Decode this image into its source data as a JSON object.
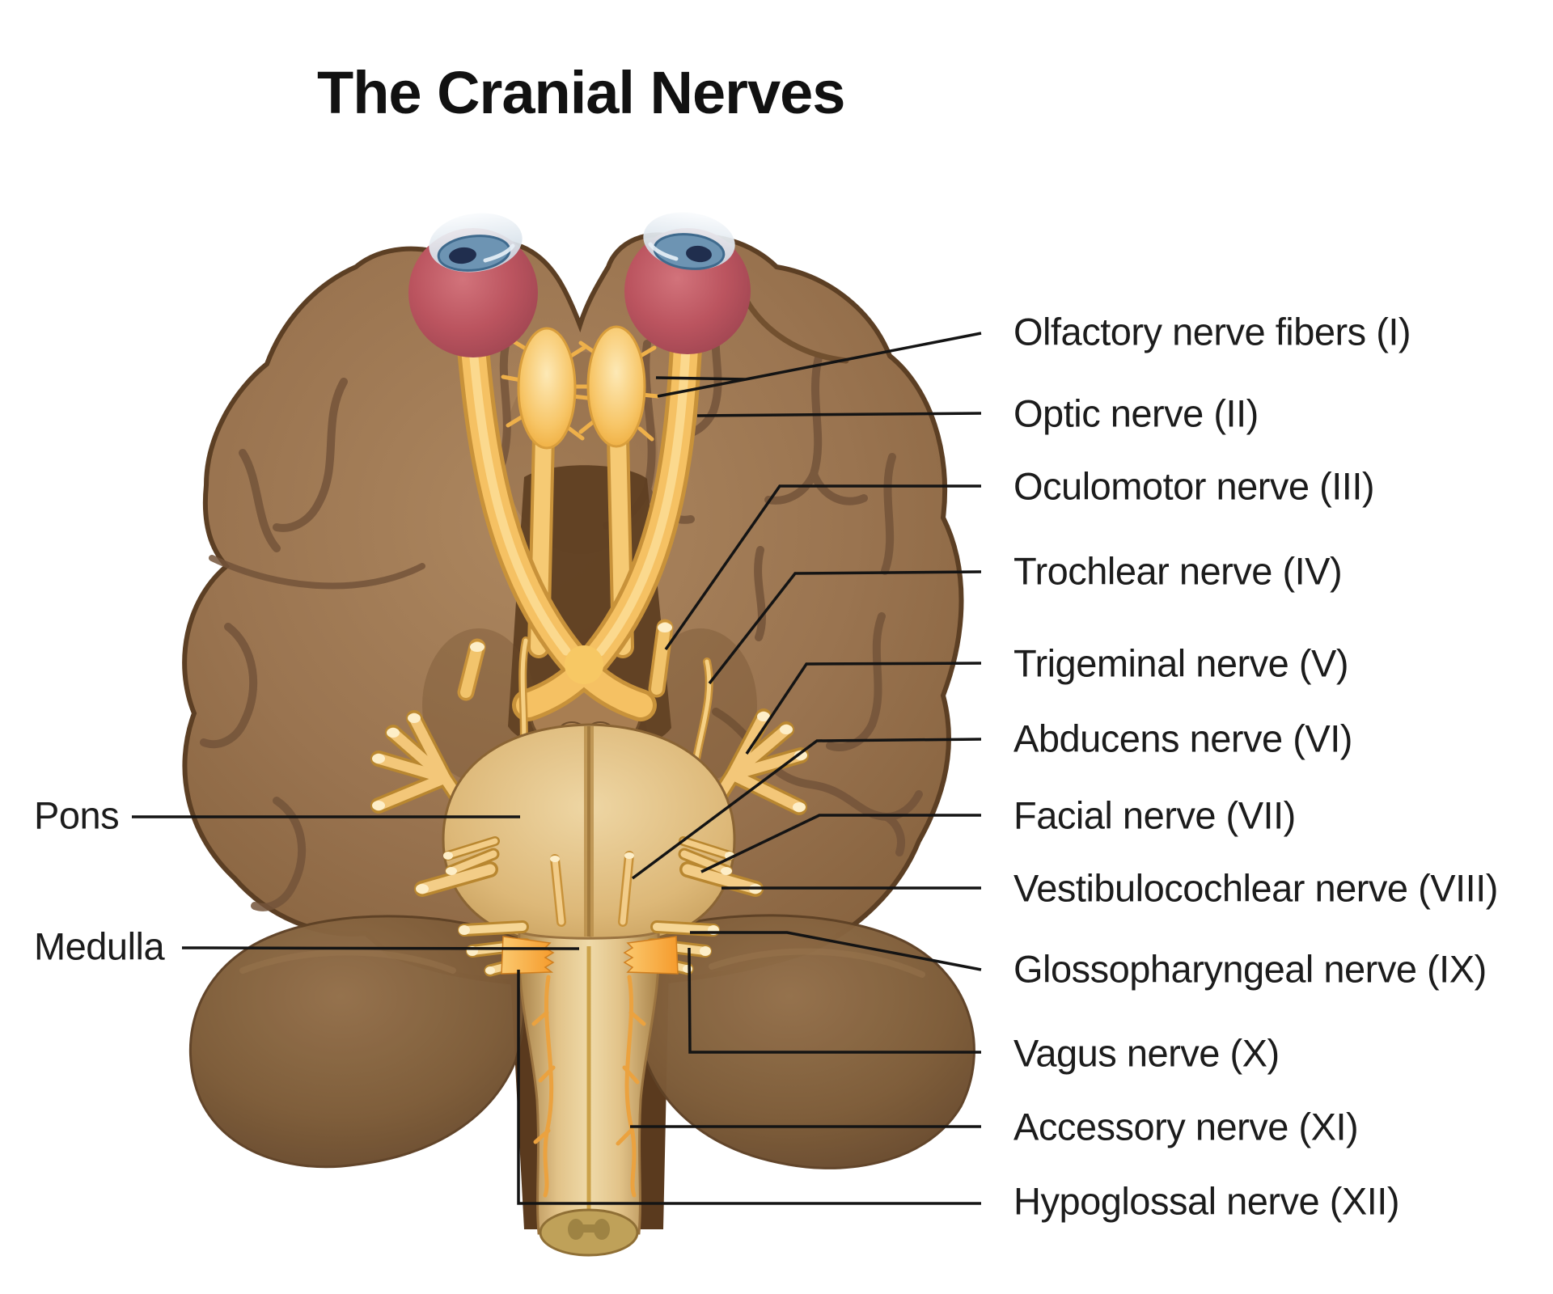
{
  "title": "The Cranial Nerves",
  "figure": {
    "type": "anatomical-diagram",
    "subject": "Inferior (bottom) view of the human brain showing the twelve cranial nerves, eyes, pons and medulla",
    "right_labels": [
      "Olfactory nerve fibers (I)",
      "Optic nerve (II)",
      "Oculomotor nerve (III)",
      "Trochlear nerve (IV)",
      "Trigeminal nerve (V)",
      "Abducens nerve (VI)",
      "Facial nerve (VII)",
      "Vestibulocochlear nerve (VIII)",
      "Glossopharyngeal nerve (IX)",
      "Vagus nerve (X)",
      "Accessory nerve (XI)",
      "Hypoglossal nerve (XII)"
    ],
    "left_labels": [
      "Pons",
      "Medulla"
    ],
    "colors": {
      "background": "#ffffff",
      "leader_line": "#141414",
      "label_text": "#1c1c1c",
      "cerebrum_brown": "#9a7450",
      "cerebellum_brown": "#6e4e2d",
      "brainstem_tan": "#e0bf84",
      "nerve_gold": "#f5c163",
      "eyeball_red": "#bb545f",
      "iris_blue": "#6d94b3"
    }
  }
}
